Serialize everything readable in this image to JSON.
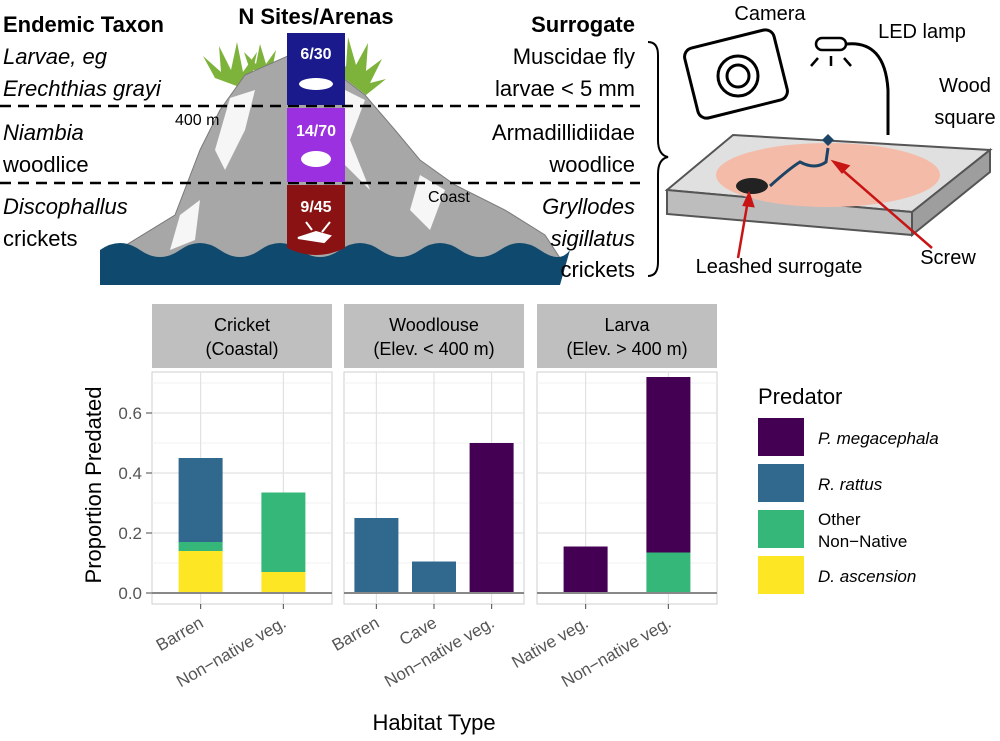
{
  "schematic": {
    "endemic_header": "Endemic Taxon",
    "sites_header": "N Sites/Arenas",
    "surrogate_header": "Surrogate",
    "rows": [
      {
        "endemic_line1": "Larvae, eg",
        "endemic_line2": "Erechthias grayi",
        "sites": "6/30",
        "surrogate_line1": "Muscidae fly",
        "surrogate_line2": "larvae < 5 mm",
        "color": "#1a1a8c"
      },
      {
        "endemic_line1": "Niambia",
        "endemic_line2": "woodlice",
        "sites": "14/70",
        "surrogate_line1": "Armadillidiidae",
        "surrogate_line2": "woodlice",
        "color": "#9b30e0"
      },
      {
        "endemic_line1": "Discophallus",
        "endemic_line2": "crickets",
        "sites": "9/45",
        "surrogate_line1": "Gryllodes",
        "surrogate_line2": "sigillatus",
        "surrogate_line3": "crickets",
        "color": "#8b1212"
      }
    ],
    "elevation_label": "400 m",
    "coast_label": "Coast",
    "setup": {
      "camera": "Camera",
      "led": "LED lamp",
      "wood_line1": "Wood",
      "wood_line2": "square",
      "screw": "Screw",
      "leash": "Leashed surrogate"
    }
  },
  "chart_data": {
    "type": "bar",
    "stacked": true,
    "ylabel": "Proportion Predated",
    "xlabel": "Habitat Type",
    "ylim": [
      0,
      0.72
    ],
    "yticks": [
      "0.0",
      "0.2",
      "0.4",
      "0.6"
    ],
    "grid": true,
    "legend_position": "right",
    "legend": {
      "title": "Predator",
      "entries": [
        {
          "name": "P. megacephala",
          "color": "#440154"
        },
        {
          "name": "R. rattus",
          "color": "#31688e"
        },
        {
          "name": "Other Non-Native",
          "color": "#35b779"
        },
        {
          "name": "D. ascension",
          "color": "#fde725"
        }
      ]
    },
    "panels": [
      {
        "title_line1": "Cricket",
        "title_line2": "(Coastal)",
        "categories": [
          "Barren",
          "Non−native veg."
        ],
        "series": [
          {
            "name": "D. ascension",
            "values": [
              0.14,
              0.07
            ]
          },
          {
            "name": "Other Non-Native",
            "values": [
              0.03,
              0.265
            ]
          },
          {
            "name": "R. rattus",
            "values": [
              0.28,
              0
            ]
          },
          {
            "name": "P. megacephala",
            "values": [
              0,
              0
            ]
          }
        ]
      },
      {
        "title_line1": "Woodlouse",
        "title_line2": "(Elev. < 400 m)",
        "categories": [
          "Barren",
          "Cave",
          "Non−native veg."
        ],
        "series": [
          {
            "name": "D. ascension",
            "values": [
              0,
              0,
              0
            ]
          },
          {
            "name": "Other Non-Native",
            "values": [
              0,
              0,
              0
            ]
          },
          {
            "name": "R. rattus",
            "values": [
              0.25,
              0.105,
              0
            ]
          },
          {
            "name": "P. megacephala",
            "values": [
              0,
              0,
              0.5
            ]
          }
        ]
      },
      {
        "title_line1": "Larva",
        "title_line2": "(Elev. > 400 m)",
        "categories": [
          "Native veg.",
          "Non−native veg."
        ],
        "series": [
          {
            "name": "D. ascension",
            "values": [
              0,
              0
            ]
          },
          {
            "name": "Other Non-Native",
            "values": [
              0,
              0.135
            ]
          },
          {
            "name": "R. rattus",
            "values": [
              0,
              0
            ]
          },
          {
            "name": "P. megacephala",
            "values": [
              0.155,
              0.585
            ]
          }
        ]
      }
    ]
  }
}
